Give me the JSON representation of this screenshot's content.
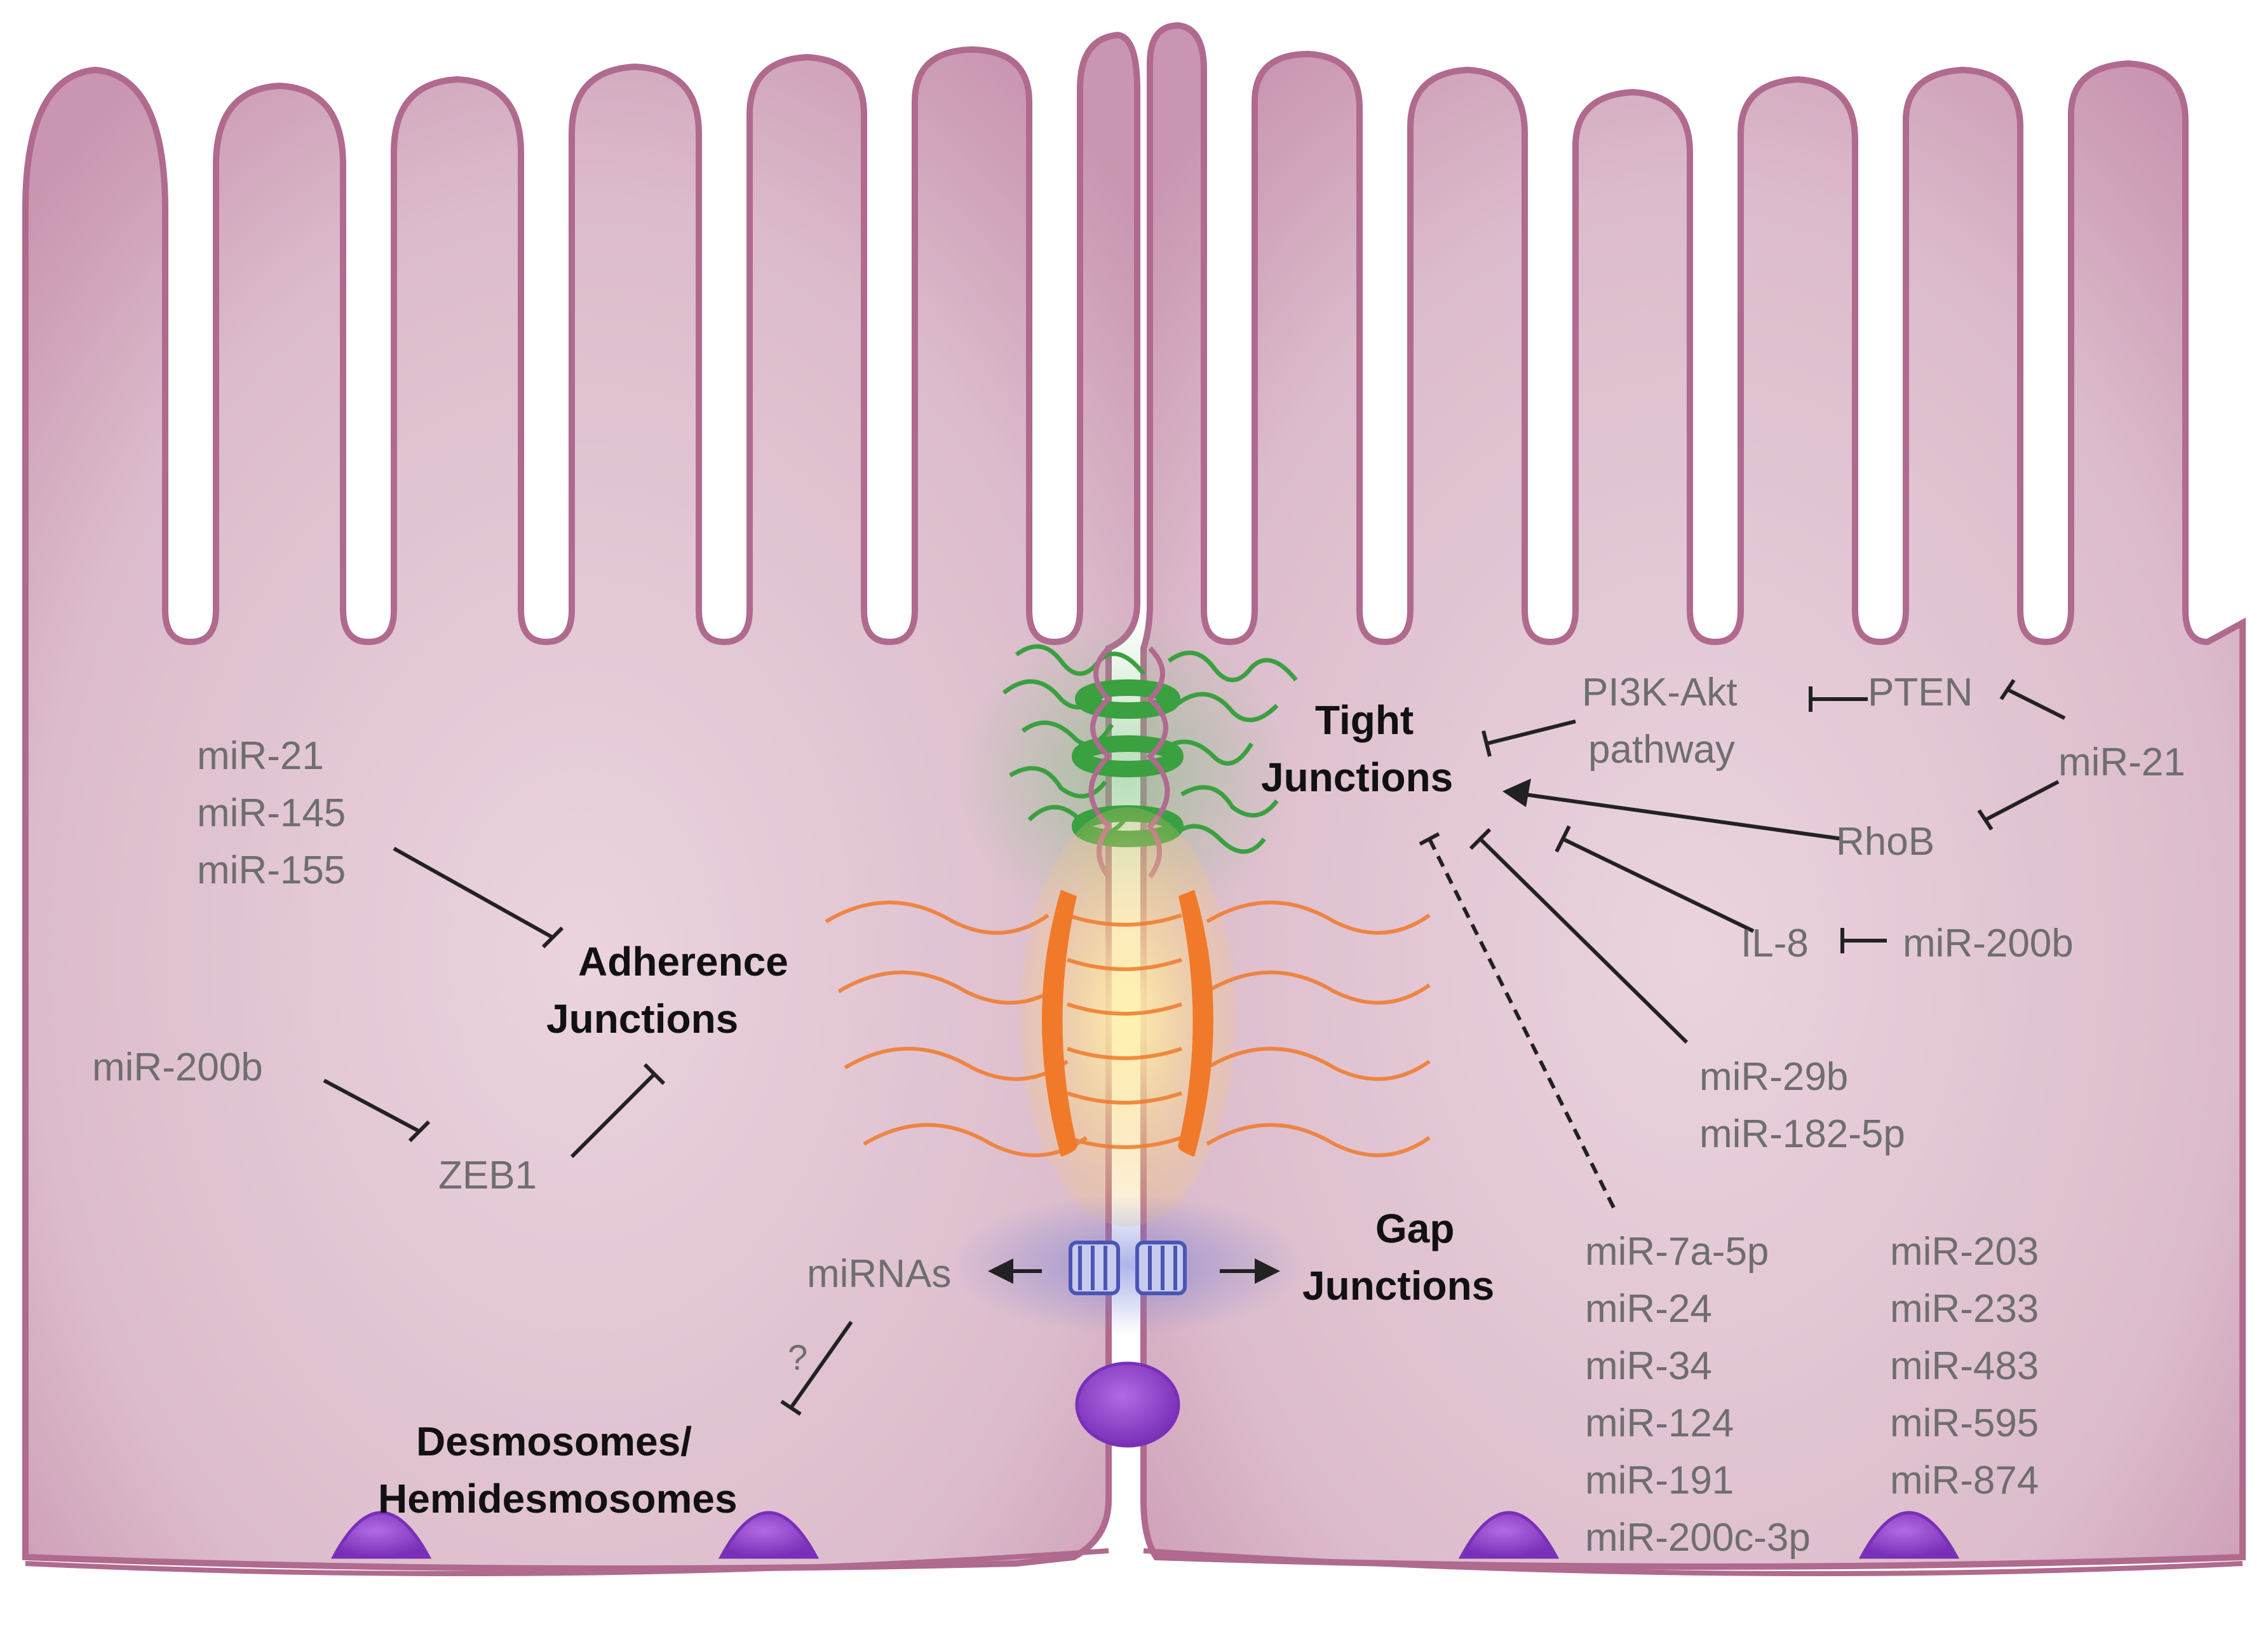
{
  "colors": {
    "membrane": "#b06a8e",
    "cytoplasm": "#e2c4d3",
    "tight_junction": "#3aa040",
    "adherence": "#f07a2a",
    "gap_junction": "#4a55b5",
    "desmosome": "#8a3bc4",
    "inhibit_line": "#222222"
  },
  "labels": {
    "adh_mirs_1": "miR-21",
    "adh_mirs_2": "miR-145",
    "adh_mirs_3": "miR-155",
    "adherence_1": "Adherence",
    "adherence_2": "Junctions",
    "mir200b_left": "miR-200b",
    "zeb1": "ZEB1",
    "tight_1": "Tight",
    "tight_2": "Junctions",
    "pi3k_1": "PI3K-Akt",
    "pi3k_2": "pathway",
    "pten": "PTEN",
    "mir21_right": "miR-21",
    "rhob": "RhoB",
    "il8": "IL-8",
    "mir200b_right": "miR-200b",
    "mir29b": "miR-29b",
    "mir182": "miR-182-5p",
    "gap_1": "Gap",
    "gap_2": "Junctions",
    "mirnas": "miRNAs",
    "question": "?",
    "desmo_1": "Desmosomes/",
    "desmo_2": "Hemidesmosomes"
  },
  "tj_mirna_list": {
    "col1": [
      "miR-7a-5p",
      "miR-24",
      "miR-34",
      "miR-124",
      "miR-191",
      "miR-200c-3p"
    ],
    "col2": [
      "miR-203",
      "miR-233",
      "miR-483",
      "miR-595",
      "miR-874"
    ]
  }
}
